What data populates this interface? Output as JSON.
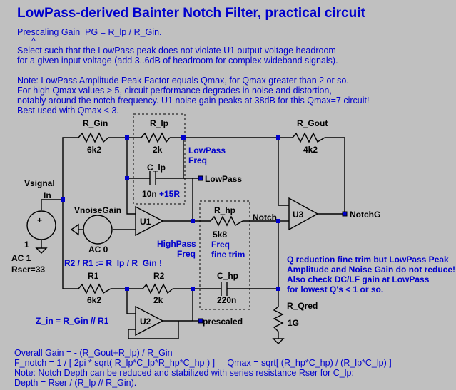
{
  "title": "LowPass-derived Bainter Notch Filter, practical circuit",
  "notes": {
    "prescale_1": "Prescaling Gain  PG = R_lp / R_Gin.",
    "prescale_caret": "^",
    "prescale_2": "Select such that the LowPass peak does not violate U1 output voltage headroom",
    "prescale_3": "for a given input voltage (add 3..6dB of headroom for complex wideband signals).",
    "peak_1": "Note: LowPass Amplitude Peak Factor equals Qmax, for Qmax greater than 2 or so.",
    "peak_2": "For high Qmax values > 5, circuit performance degrades in noise and distortion,",
    "peak_3": "notably around the notch frequency. U1 noise gain peaks at 38dB for this Qmax=7 circuit!",
    "peak_4": "Best used with Qmax < 3.",
    "ratio": "R2 / R1 := R_lp / R_Gin !",
    "zin": "Z_in = R_Gin // R1",
    "qred_1": "Q reduction fine trim but LowPass Peak",
    "qred_2": "Amplitude and Noise Gain do not reduce!",
    "qred_3": "Also check DC/LF gain at LowPass",
    "qred_4": "for lowest Q's < 1 or so.",
    "eq_1": "Overall Gain = - (R_Gout+R_lp) / R_Gin",
    "eq_2": "F_notch = 1 / [ 2pi * sqrt( R_lp*C_lp*R_hp*C_hp ) ]     Qmax = sqrt[ (R_hp*C_hp) / (R_lp*C_lp) ]",
    "eq_3": "Note: Notch Depth can be reduced and stabilized with series resistance Rser for C_lp:",
    "eq_4": "Depth = Rser / (R_lp // R_Gin)."
  },
  "components": {
    "r_gin": {
      "name": "R_Gin",
      "value": "6k2"
    },
    "r_lp": {
      "name": "R_lp",
      "value": "2k"
    },
    "r_gout": {
      "name": "R_Gout",
      "value": "4k2"
    },
    "c_lp": {
      "name": "C_lp",
      "value": "10n",
      "extra": "+15R"
    },
    "r_hp": {
      "name": "R_hp",
      "value": "5k8"
    },
    "c_hp": {
      "name": "C_hp",
      "value": "220n"
    },
    "r1": {
      "name": "R1",
      "value": "6k2"
    },
    "r2": {
      "name": "R2",
      "value": "2k"
    },
    "r_qred": {
      "name": "R_Qred",
      "value": "1G"
    },
    "vsignal": {
      "name": "Vsignal",
      "ac": "AC 1",
      "rser": "Rser=33",
      "pin_plus": "+",
      "pin_ref": "1"
    },
    "vnoise": {
      "name": "VnoiseGain",
      "ac": "AC 0"
    },
    "u1": {
      "name": "U1"
    },
    "u2": {
      "name": "U2"
    },
    "u3": {
      "name": "U3"
    }
  },
  "nets": {
    "in": "In",
    "lowpass": "LowPass",
    "notch": "Notch",
    "notchg": "NotchG",
    "prescaled": "prescaled"
  },
  "labels": {
    "lowpass_freq_1": "LowPass",
    "lowpass_freq_2": "Freq",
    "highpass_freq_1": "HighPass",
    "highpass_freq_2": "Freq",
    "rhp_trim_1": "Freq",
    "rhp_trim_2": "fine trim"
  },
  "colors": {
    "background": "#c0c0c0",
    "text_blue": "#0000cc",
    "wire": "#000000"
  }
}
